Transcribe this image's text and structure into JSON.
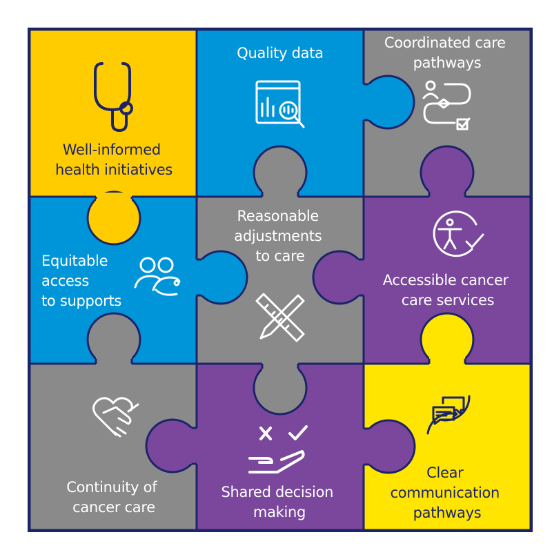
{
  "colors": {
    "navy": "#1b2468",
    "yellow": "#ffcc00",
    "bright_yellow": "#ffe500",
    "blue": "#0095d9",
    "gray": "#8a8a8a",
    "purple": "#7a479d",
    "white": "#ffffff"
  },
  "pieces": [
    {
      "id": "well-informed",
      "lines": [
        "Well-informed",
        "health initiatives"
      ],
      "icon": "stethoscope-icon"
    },
    {
      "id": "quality-data",
      "lines": [
        "Quality data"
      ],
      "icon": "data-analytics-icon"
    },
    {
      "id": "coordinated-care",
      "lines": [
        "Coordinated care",
        "pathways"
      ],
      "icon": "care-pathway-icon"
    },
    {
      "id": "equitable-access",
      "lines": [
        "Equitable",
        "access",
        "to supports"
      ],
      "icon": "people-location-icon"
    },
    {
      "id": "reasonable-adjustments",
      "lines": [
        "Reasonable",
        "adjustments",
        "to care"
      ],
      "icon": "ruler-pencil-icon"
    },
    {
      "id": "accessible-services",
      "lines": [
        "Accessible cancer",
        "care services"
      ],
      "icon": "accessibility-check-icon"
    },
    {
      "id": "continuity",
      "lines": [
        "Continuity of",
        "cancer care"
      ],
      "icon": "handshake-heart-icon"
    },
    {
      "id": "shared-decision",
      "lines": [
        "Shared decision",
        "making"
      ],
      "icon": "hand-choice-icon"
    },
    {
      "id": "clear-communication",
      "lines": [
        "Clear",
        "communication",
        "pathways"
      ],
      "icon": "chat-cycle-icon"
    }
  ]
}
